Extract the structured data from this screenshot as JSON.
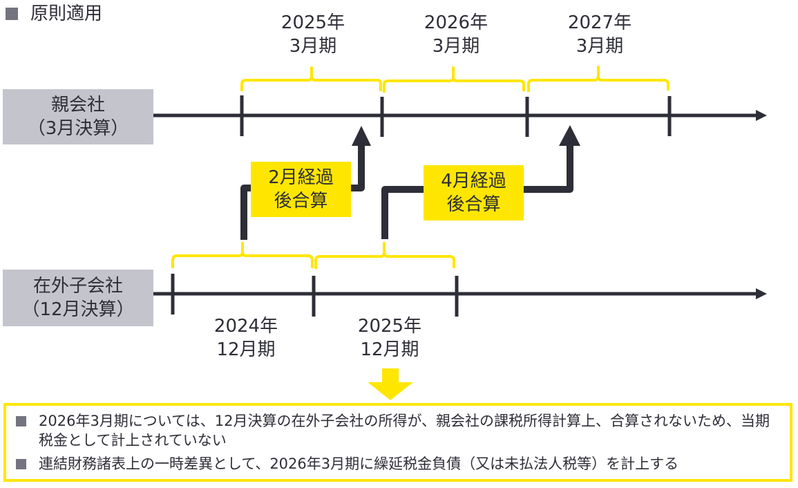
{
  "section": {
    "title": "原則適用",
    "bullet_icon": "square-bullet-icon"
  },
  "parent": {
    "label_line1": "親会社",
    "label_line2": "（3月決算）",
    "periods": [
      {
        "line1": "2025年",
        "line2": "3月期"
      },
      {
        "line1": "2026年",
        "line2": "3月期"
      },
      {
        "line1": "2027年",
        "line2": "3月期"
      }
    ]
  },
  "subsidiary": {
    "label_line1": "在外子会社",
    "label_line2": "（12月決算）",
    "periods": [
      {
        "line1": "2024年",
        "line2": "12月期"
      },
      {
        "line1": "2025年",
        "line2": "12月期"
      }
    ]
  },
  "callouts": [
    {
      "line1": "2月経過",
      "line2": "後合算"
    },
    {
      "line1": "4月経過",
      "line2": "後合算"
    }
  ],
  "notes": [
    {
      "text": "2026年3月期については、12月決算の在外子会社の所得が、親会社の課税所得計算上、合算されないため、当期税金として計上されていない"
    },
    {
      "text": "連結財務諸表上の一時差異として、2026年3月期に繰延税金負債（又は未払法人税等）を計上する"
    }
  ],
  "colors": {
    "accent_yellow": "#ffe600",
    "line_dark": "#2e2e38",
    "label_bg": "#c4c4cd",
    "bullet_gray": "#747480"
  }
}
